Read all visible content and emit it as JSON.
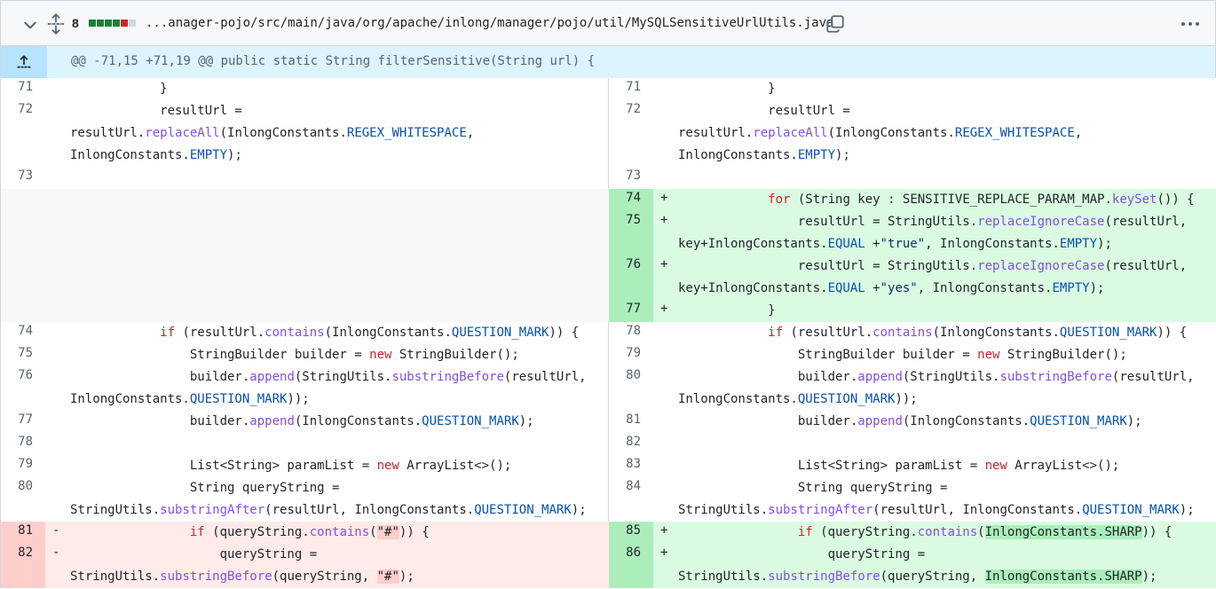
{
  "file": {
    "changes": "8",
    "path": "...anager-pojo/src/main/java/org/apache/inlong/manager/pojo/util/MySQLSensitiveUrlUtils.java",
    "diffstat_colors": [
      "#1a7f37",
      "#1a7f37",
      "#1a7f37",
      "#1a7f37",
      "#cf222e",
      "#d0d7de"
    ]
  },
  "hunk": {
    "header": "@@ -71,15 +71,19 @@ public static String filterSensitive(String url) {"
  },
  "colors": {
    "added_bg": "#dafbe1",
    "added_num_bg": "#aceebb",
    "deleted_bg": "#ffebe9",
    "deleted_num_bg": "#ffcecb",
    "hunk_bg": "#ddf4ff",
    "keyword": "#cf222e",
    "function": "#8250df",
    "constant": "#0550ae"
  },
  "left": {
    "rows": [
      {
        "num": "71",
        "marker": "",
        "lines": [
          "            }"
        ]
      },
      {
        "num": "72",
        "marker": "",
        "lines": [
          "            resultUrl =",
          "resultUrl.replaceAll(InlongConstants.REGEX_WHITESPACE,",
          "InlongConstants.EMPTY);"
        ]
      },
      {
        "num": "73",
        "marker": "",
        "lines": [
          ""
        ]
      },
      {
        "num": "",
        "marker": "",
        "lines": [
          "",
          "",
          "",
          "",
          "",
          ""
        ]
      },
      {
        "num": "74",
        "marker": "",
        "lines": [
          "            if (resultUrl.contains(InlongConstants.QUESTION_MARK)) {"
        ]
      },
      {
        "num": "75",
        "marker": "",
        "lines": [
          "                StringBuilder builder = new StringBuilder();"
        ]
      },
      {
        "num": "76",
        "marker": "",
        "lines": [
          "                builder.append(StringUtils.substringBefore(resultUrl,",
          "InlongConstants.QUESTION_MARK));"
        ]
      },
      {
        "num": "77",
        "marker": "",
        "lines": [
          "                builder.append(InlongConstants.QUESTION_MARK);"
        ]
      },
      {
        "num": "78",
        "marker": "",
        "lines": [
          ""
        ]
      },
      {
        "num": "79",
        "marker": "",
        "lines": [
          "                List<String> paramList = new ArrayList<>();"
        ]
      },
      {
        "num": "80",
        "marker": "",
        "lines": [
          "                String queryString =",
          "StringUtils.substringAfter(resultUrl, InlongConstants.QUESTION_MARK);"
        ]
      },
      {
        "num": "81",
        "marker": "-",
        "lines": [
          "                if (queryString.contains(\"#\")) {"
        ]
      },
      {
        "num": "82",
        "marker": "-",
        "lines": [
          "                    queryString =",
          "StringUtils.substringBefore(queryString, \"#\");"
        ]
      }
    ]
  },
  "right": {
    "rows": [
      {
        "num": "71",
        "marker": "",
        "lines": [
          "            }"
        ]
      },
      {
        "num": "72",
        "marker": "",
        "lines": [
          "            resultUrl =",
          "resultUrl.replaceAll(InlongConstants.REGEX_WHITESPACE,",
          "InlongConstants.EMPTY);"
        ]
      },
      {
        "num": "73",
        "marker": "",
        "lines": [
          ""
        ]
      },
      {
        "num": "74",
        "marker": "+",
        "lines": [
          "            for (String key : SENSITIVE_REPLACE_PARAM_MAP.keySet()) {"
        ]
      },
      {
        "num": "75",
        "marker": "+",
        "lines": [
          "                resultUrl = StringUtils.replaceIgnoreCase(resultUrl,",
          "key+InlongConstants.EQUAL +\"true\", InlongConstants.EMPTY);"
        ]
      },
      {
        "num": "76",
        "marker": "+",
        "lines": [
          "                resultUrl = StringUtils.replaceIgnoreCase(resultUrl,",
          "key+InlongConstants.EQUAL +\"yes\", InlongConstants.EMPTY);"
        ]
      },
      {
        "num": "77",
        "marker": "+",
        "lines": [
          "            }"
        ]
      },
      {
        "num": "78",
        "marker": "",
        "lines": [
          "            if (resultUrl.contains(InlongConstants.QUESTION_MARK)) {"
        ]
      },
      {
        "num": "79",
        "marker": "",
        "lines": [
          "                StringBuilder builder = new StringBuilder();"
        ]
      },
      {
        "num": "80",
        "marker": "",
        "lines": [
          "                builder.append(StringUtils.substringBefore(resultUrl,",
          "InlongConstants.QUESTION_MARK));"
        ]
      },
      {
        "num": "81",
        "marker": "",
        "lines": [
          "                builder.append(InlongConstants.QUESTION_MARK);"
        ]
      },
      {
        "num": "82",
        "marker": "",
        "lines": [
          ""
        ]
      },
      {
        "num": "83",
        "marker": "",
        "lines": [
          "                List<String> paramList = new ArrayList<>();"
        ]
      },
      {
        "num": "84",
        "marker": "",
        "lines": [
          "                String queryString =",
          "StringUtils.substringAfter(resultUrl, InlongConstants.QUESTION_MARK);"
        ]
      },
      {
        "num": "85",
        "marker": "+",
        "lines": [
          "                if (queryString.contains(InlongConstants.SHARP)) {"
        ]
      },
      {
        "num": "86",
        "marker": "+",
        "lines": [
          "                    queryString =",
          "StringUtils.substringBefore(queryString, InlongConstants.SHARP);"
        ]
      }
    ]
  }
}
